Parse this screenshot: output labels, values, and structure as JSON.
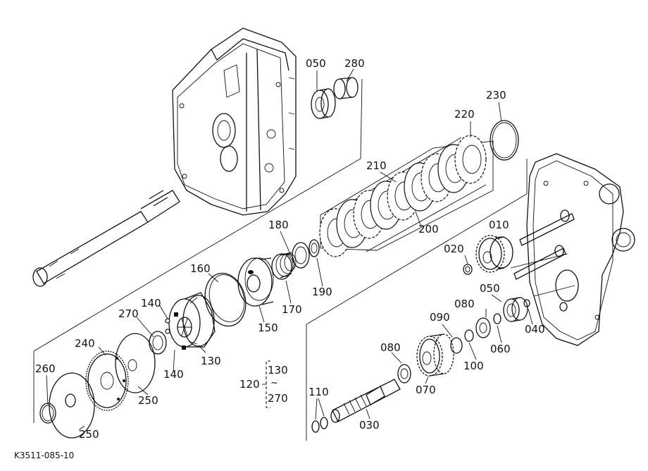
{
  "diagram": {
    "code": "K3511-085-10",
    "parts": {
      "p010": "010",
      "p020": "020",
      "p030": "030",
      "p040": "040",
      "p050a": "050",
      "p050b": "050",
      "p060": "060",
      "p070": "070",
      "p080a": "080",
      "p080b": "080",
      "p090": "090",
      "p100": "100",
      "p110": "110",
      "p120": "120",
      "p130a": "130",
      "p130b": "130",
      "p140a": "140",
      "p140b": "140",
      "p150": "150",
      "p160": "160",
      "p170": "170",
      "p180": "180",
      "p190": "190",
      "p200": "200",
      "p210": "210",
      "p220": "220",
      "p230": "230",
      "p240": "240",
      "p250a": "250",
      "p250b": "250",
      "p260": "260",
      "p270a": "270",
      "p270b": "270",
      "p280": "280"
    }
  }
}
